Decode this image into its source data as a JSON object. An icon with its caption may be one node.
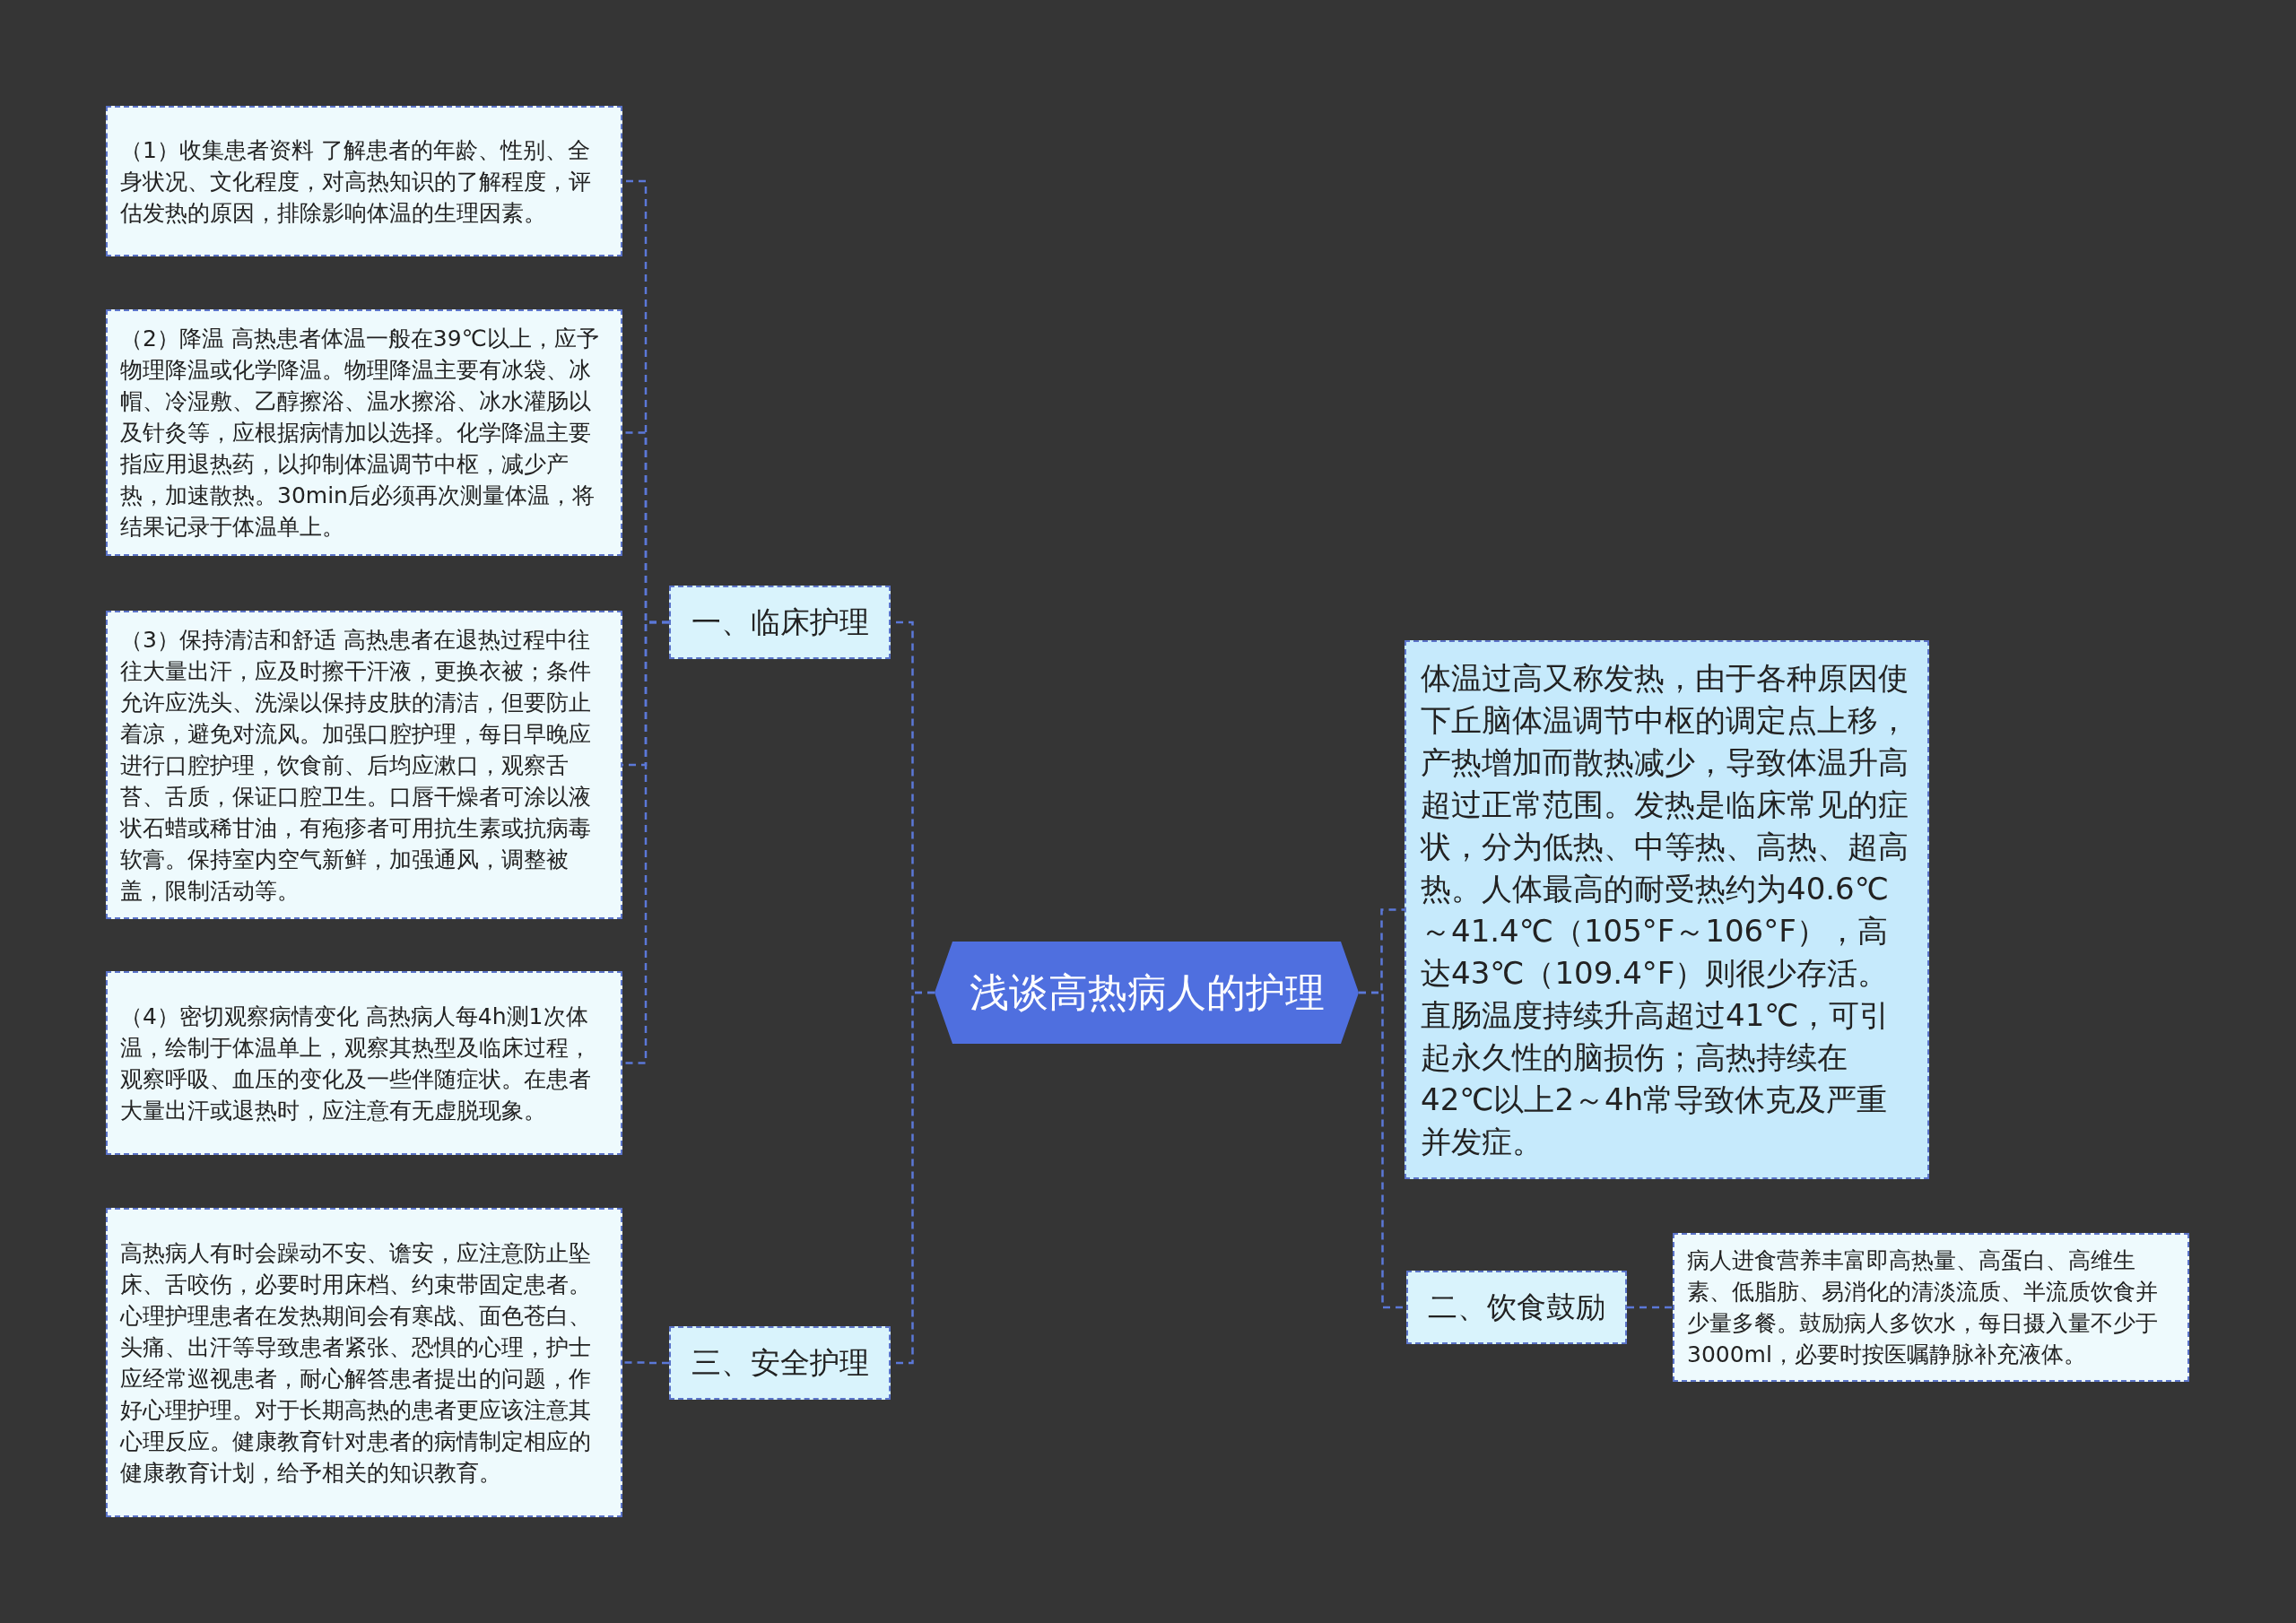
{
  "diagram": {
    "nodes": [
      {
        "text": [
          "浅谈高热病人的护理"
        ]
      },
      {
        "text": [
          "一、临床护理"
        ]
      },
      {
        "text": [
          "（1）收集患者资料 了解患者的年龄、性别、全身状况、文化程度，对高热知识的了解程度，评估发热的原因，排除影响体温的生理因素。"
        ]
      },
      {
        "text": [
          "（2）降温 高热患者体温一般在39℃以上，应予物理降温或化学降温。物理降温主要有冰袋、冰帽、冷湿敷、乙醇擦浴、温水擦浴、冰水灌肠以及针灸等，应根据病情加以选择。化学降温主要指应用退热药，以抑制体温调节中枢，减少产热，加速散热。30min后必须再次测量体温，将结果记录于体温单上。"
        ]
      },
      {
        "text": [
          "（3）保持清洁和舒适 高热患者在退热过程中往往大量出汗，应及时擦干汗液，更换衣被；条件允许应洗头、洗澡以保持皮肤的清洁，但要防止着凉，避免对流风。加强口腔护理，每日早晚应进行口腔护理，饮食前、后均应漱口，观察舌苔、舌质，保证口腔卫生。口唇干燥者可涂以液状石蜡或稀甘油，有疱疹者可用抗生素或抗病毒软膏。保持室内空气新鲜，加强通风，调整被盖，限制活动等。"
        ]
      },
      {
        "text": [
          "（4）密切观察病情变化 高热病人每4h测1次体温，绘制于体温单上，观察其热型及临床过程，观察呼吸、血压的变化及一些伴随症状。在患者大量出汗或退热时，应注意有无虚脱现象。"
        ]
      },
      {
        "text": [
          "三、安全护理"
        ]
      },
      {
        "text": [
          "高热病人有时会躁动不安、谵安，应注意防止坠床、舌咬伤，必要时用床档、约束带固定患者。心理护理患者在发热期间会有寒战、面色苍白、头痛、出汗等导致患者紧张、恐惧的心理，护士应经常巡视患者，耐心解答患者提出的问题，作好心理护理。对于长期高热的患者更应该注意其心理反应。健康教育针对患者的病情制定相应的健康教育计划，给予相关的知识教育。"
        ]
      },
      {
        "text": [
          "体温过高又称发热，由于各种原因使下丘脑体温调节中枢的调定点上移，产热增加而散热减少，导致体温升高超过正常范围。发热是临床常见的症状，分为低热、中等热、高热、超高热。人体最高的耐受热约为40.6℃～41.4℃（105°F～106°F），高达43℃（109.4°F）则很少存活。直肠温度持续升高超过41℃，可引起永久性的脑损伤；高热持续在42℃以上2～4h常导致休克及严重并发症。"
        ]
      },
      {
        "text": [
          "二、饮食鼓励"
        ]
      },
      {
        "text": [
          "病人进食营养丰富即高热量、高蛋白、高维生素、低脂肪、易消化的清淡流质、半流质饮食并少量多餐。鼓励病人多饮水，每日摄入量不少于3000ml，必要时按医嘱静脉补充液体。"
        ]
      }
    ],
    "edges": [
      {
        "from": 0,
        "to": 1,
        "arrow": "none",
        "style": "dashed"
      },
      {
        "from": 1,
        "to": 2,
        "arrow": "none",
        "style": "dashed"
      },
      {
        "from": 1,
        "to": 3,
        "arrow": "none",
        "style": "dashed"
      },
      {
        "from": 1,
        "to": 4,
        "arrow": "none",
        "style": "dashed"
      },
      {
        "from": 1,
        "to": 5,
        "arrow": "none",
        "style": "dashed"
      },
      {
        "from": 0,
        "to": 6,
        "arrow": "none",
        "style": "dashed"
      },
      {
        "from": 6,
        "to": 7,
        "arrow": "none",
        "style": "dashed"
      },
      {
        "from": 0,
        "to": 8,
        "arrow": "none",
        "style": "dashed"
      },
      {
        "from": 0,
        "to": 9,
        "arrow": "none",
        "style": "dashed"
      },
      {
        "from": 9,
        "to": 10,
        "arrow": "none",
        "style": "dashed"
      }
    ]
  }
}
